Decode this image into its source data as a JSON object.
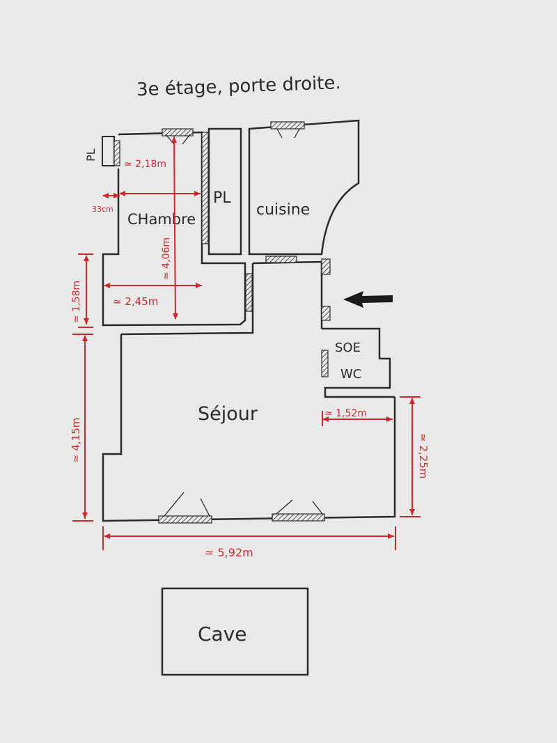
{
  "title": "3e étage, porte droite.",
  "rooms": {
    "chambre": "CHambre",
    "pl_center": "PL",
    "cuisine": "cuisine",
    "sejour": "Séjour",
    "soe": "SOE",
    "wc": "WC",
    "cave": "Cave",
    "pl_side": "PL"
  },
  "dimensions": {
    "chambre_width_top": "≃ 2,18m",
    "chambre_offset": "33cm",
    "chambre_length": "≃ 4,06m",
    "chambre_width_bottom": "≃ 2,45m",
    "left_upper": "≃ 1,58m",
    "left_lower": "≃ 4,15m",
    "sejour_right": "≃ 1,52m",
    "right_height": "≃ 2,25m",
    "total_width": "≃ 5,92m"
  },
  "colors": {
    "ink": "#2a2a2a",
    "annotation": "#cc2a2a",
    "paper": "#e9e9ea"
  }
}
